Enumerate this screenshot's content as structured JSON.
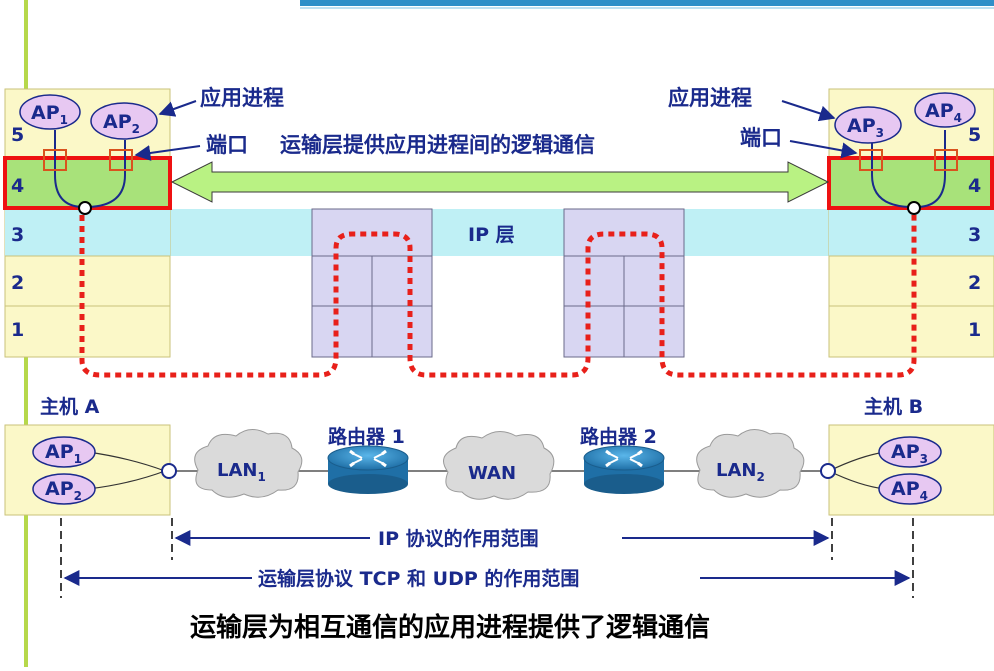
{
  "labels": {
    "app_process": "应用进程",
    "port": "端口",
    "transport_logical": "运输层提供应用进程间的逻辑通信",
    "ip_layer": "IP 层",
    "host_a": "主机 A",
    "host_b": "主机 B",
    "router1": "路由器 1",
    "router2": "路由器 2",
    "wan": "WAN",
    "lan": "LAN",
    "ip_scope": "IP 协议的作用范围",
    "transport_scope": "运输层协议 TCP 和 UDP 的作用范围",
    "caption": "运输层为相互通信的应用进程提供了逻辑通信"
  },
  "layers": [
    "5",
    "4",
    "3",
    "2",
    "1"
  ],
  "processes": {
    "host_a": [
      {
        "name": "AP",
        "sub": "1"
      },
      {
        "name": "AP",
        "sub": "2"
      }
    ],
    "host_b": [
      {
        "name": "AP",
        "sub": "3"
      },
      {
        "name": "AP",
        "sub": "4"
      }
    ]
  },
  "lan_subs": [
    "1",
    "2"
  ],
  "colors": {
    "host_fill": "#fbf8c8",
    "layer4_fill": "#a8e27a",
    "ip_band": "#bff0f5",
    "router_fill": "#d8d6f2",
    "ap_fill": "#e7c8f2",
    "highlight_red": "#ee1111",
    "dotted_red": "#e8201a",
    "arrow_green": "#b9f283",
    "text_blue": "#1a2a8c",
    "left_bar": "#b6d84b",
    "top_bar": "#2f8fc8"
  }
}
